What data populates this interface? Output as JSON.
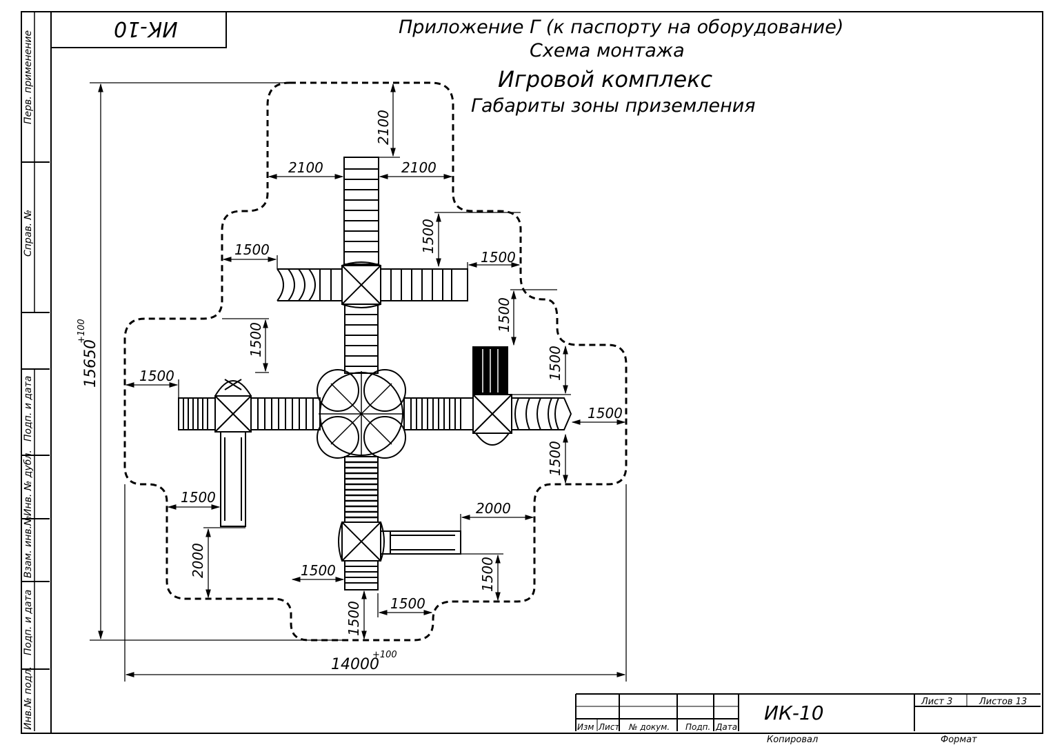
{
  "code_box": "ИК-10",
  "title": {
    "line1": "Приложение Г (к паспорту на оборудование)",
    "line2": "Схема монтажа",
    "line3": "Игровой комплекс",
    "line4": "Габариты зоны приземления"
  },
  "side_labels": {
    "perv": "Перв. применение",
    "sprav": "Справ. №",
    "podp_data_1": "Подп. и дата",
    "inv_dubl": "Инв. № дубл.",
    "vzam_inv": "Взам. инв.№",
    "podp_data_2": "Подп. и дата",
    "inv_podl": "Инв.№ подл."
  },
  "dimensions": {
    "top_vertical": "2100",
    "top_left": "2100",
    "top_right": "2100",
    "upper_right_v": "1500",
    "upper_left_h": "1500",
    "upper_right_h": "1500",
    "right_mid_v": "1500",
    "left_arm_v": "1500",
    "left_arm_h": "1500",
    "right_arm_v_top": "1500",
    "right_arm_h": "1500",
    "right_arm_v_bottom": "1500",
    "lower_left_h": "1500",
    "lower_left_v": "2000",
    "lower_right_h": "2000",
    "lower_right_v": "1500",
    "bottom_left_h": "1500",
    "bottom_right_h": "1500",
    "bottom_v": "1500",
    "overall_height": "15650",
    "overall_height_tol": "+100",
    "overall_width": "14000",
    "overall_width_tol": "+100"
  },
  "title_block": {
    "designation": "ИК-10",
    "sheet": "Лист 3",
    "sheets": "Листов 13",
    "col_izm": "Изм",
    "col_list": "Лист",
    "col_doc": "№ докум.",
    "col_podp": "Подп.",
    "col_data": "Дата",
    "copied": "Копировал",
    "format": "Формат"
  }
}
